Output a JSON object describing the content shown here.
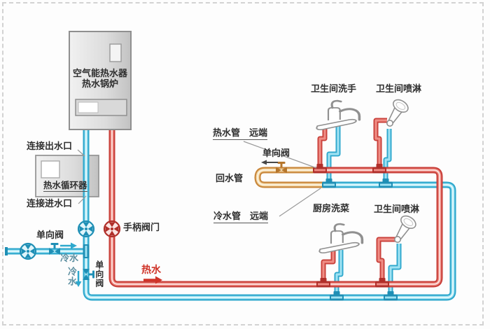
{
  "diagram": {
    "heater": {
      "line1": "空气能热水器",
      "line2": "热水锅炉"
    },
    "circulator": {
      "label": "热水循环器"
    },
    "connections": {
      "outlet": "连接出水口",
      "inlet": "连接进水口"
    },
    "valves": {
      "check_valve": "单向阀",
      "handle_valve": "手柄阀门"
    },
    "water": {
      "cold": "冷水",
      "hot": "热水"
    },
    "pipes": {
      "hot_far": "热水管　远端",
      "cold_far": "冷水管　远端",
      "return_pipe": "回水管"
    },
    "fixtures": {
      "bathroom_sink": "卫生间洗手",
      "bathroom_shower": "卫生间喷淋",
      "kitchen_sink": "厨房洗菜"
    },
    "colors": {
      "hot_pipe": "#c9403a",
      "cold_pipe": "#2ea8cd",
      "return_pipe": "#c9873b",
      "hot_text": "#cf3328",
      "cold_text": "#5d8fa0"
    }
  }
}
